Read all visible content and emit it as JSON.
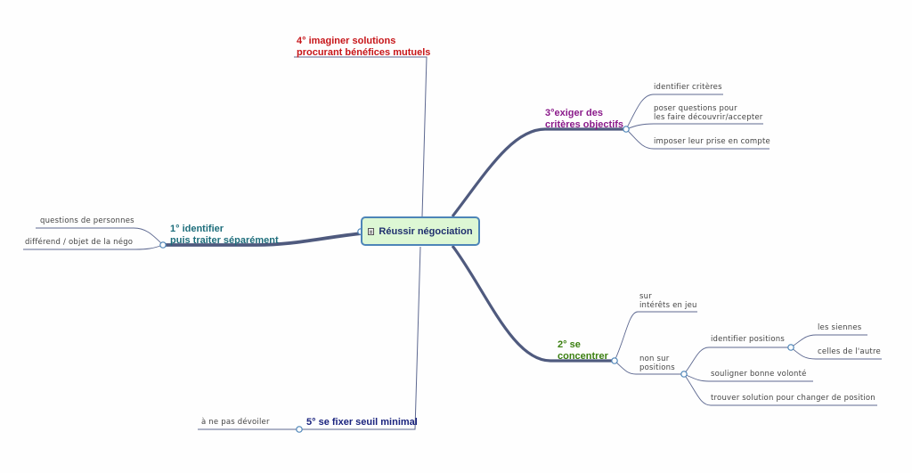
{
  "central": {
    "label": "Réussir négociation",
    "icon": "document-icon"
  },
  "branches": {
    "b4": {
      "line1": "4° imaginer solutions",
      "line2": "procurant bénéfices mutuels"
    },
    "b3": {
      "line1": "3°exiger des",
      "line2": "critères objectifs",
      "children": {
        "c1": "identifier critères",
        "c2_line1": "poser questions pour",
        "c2_line2": "les faire découvrir/accepter",
        "c3": "imposer leur prise en compte"
      }
    },
    "b1": {
      "line1": "1° identifier",
      "line2": "puis traiter séparément",
      "children": {
        "c1": "questions de personnes",
        "c2": "différend / objet de la négo"
      }
    },
    "b2": {
      "line1": "2° se",
      "line2": "concentrer",
      "children": {
        "sur_line1": "sur",
        "sur_line2": "intérêts en jeu",
        "nonsur_line1": "non sur",
        "nonsur_line2": "positions",
        "identifier": "identifier positions",
        "siennes": "les siennes",
        "autre": "celles de l'autre",
        "souligner": "souligner bonne volonté",
        "trouver": "trouver solution pour changer de position"
      }
    },
    "b5": {
      "label": "5° se fixer seuil minimal",
      "children": {
        "c1": "à ne pas dévoiler"
      }
    }
  },
  "colors": {
    "red": "#c7161a",
    "purple": "#8a1a8a",
    "teal": "#1d6d7b",
    "green": "#3b7f10",
    "navy": "#1a237e",
    "link": "#4f5a7e",
    "node_fill": "#ddf7d4",
    "node_border": "#4d85b8"
  }
}
